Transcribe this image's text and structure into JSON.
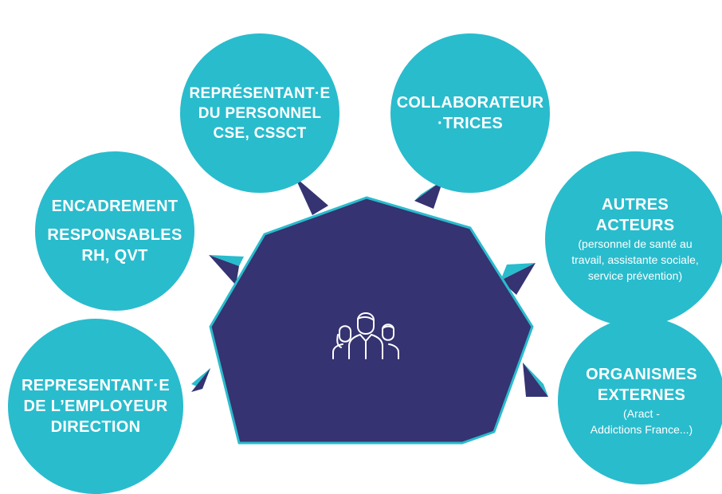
{
  "colors": {
    "cyan": "#29bccd",
    "navy": "#353371",
    "white": "#ffffff"
  },
  "center": {
    "icon": "group-of-people-icon"
  },
  "nodes": {
    "rep_personnel": {
      "lines": [
        "REPRÉSENTANT·E",
        "DU PERSONNEL",
        "CSE, CSSCT"
      ]
    },
    "collaborateurs": {
      "lines": [
        "COLLABORATEUR",
        "·TRICES"
      ]
    },
    "encadrement": {
      "line1": "ENCADREMENT",
      "line2": "RESPONSABLES",
      "line3": "RH, QVT"
    },
    "autres": {
      "title": [
        "AUTRES",
        "ACTEURS"
      ],
      "detail": [
        "(personnel de santé au",
        "travail, assistante sociale,",
        "service prévention)"
      ]
    },
    "rep_employeur": {
      "lines": [
        "REPRESENTANT·E",
        "DE L’EMPLOYEUR",
        "DIRECTION"
      ]
    },
    "organismes": {
      "title": [
        "ORGANISMES",
        "EXTERNES"
      ],
      "detail": [
        "(Aract -",
        "Addictions France...)"
      ]
    }
  }
}
